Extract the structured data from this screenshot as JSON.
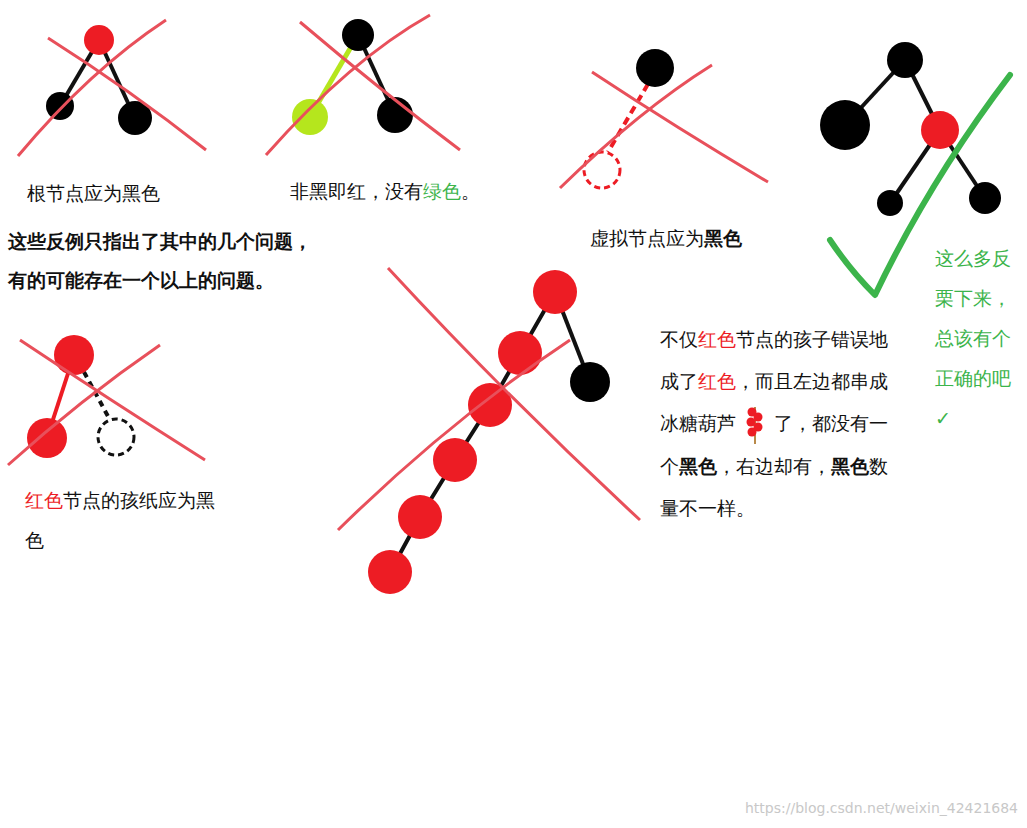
{
  "diagram": {
    "labels": [
      "根节点应为黑色",
      "非黑即红，没有绿色。",
      "这些反例只指出了其中的几个问题，有的可能存在一个以上的问题。",
      "虚拟节点应为黑色",
      "红色节点的孩纸应为黑色",
      "不仅红色节点的孩子错误地成了红色，而且左边都串成冰糖葫芦了，都没有一个黑色，右边却有，黑色数量不一样。",
      "这么多反栗下来，总该有个正确的吧✓",
      "https://blog.csdn.net/weixin_42421684"
    ]
  }
}
